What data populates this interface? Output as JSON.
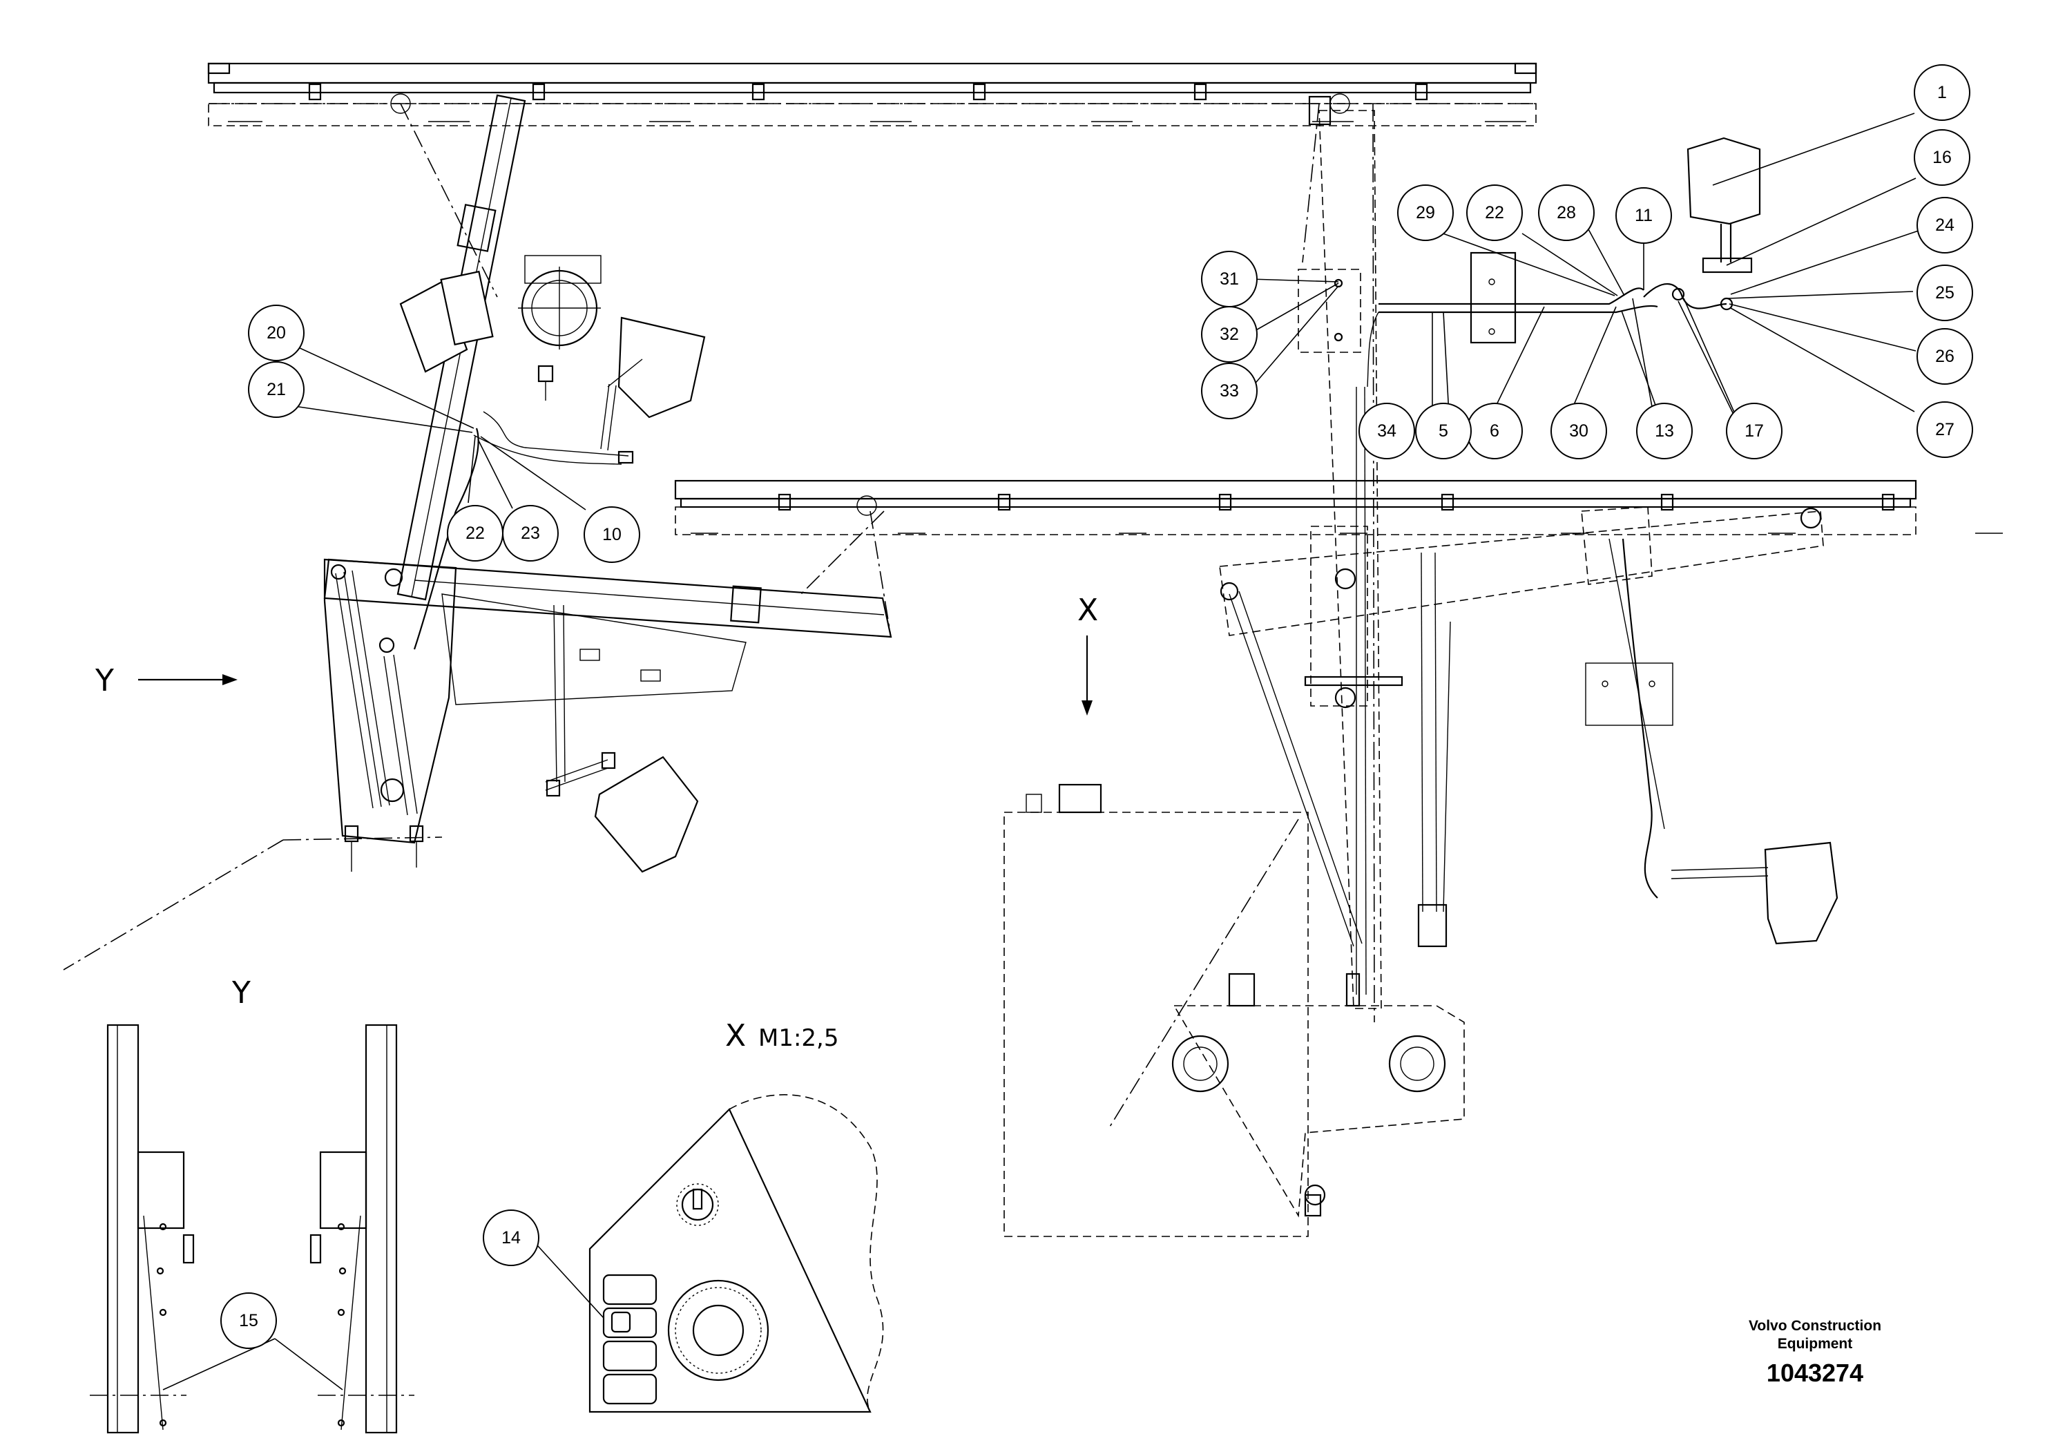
{
  "view_labels": {
    "y_arrow": "Y",
    "x_arrow": "X",
    "y_detail": "Y",
    "x_detail": "X",
    "x_scale": "M1:2,5"
  },
  "title_block": {
    "company_line1": "Volvo Construction",
    "company_line2": "Equipment",
    "drawing_number": "1043274"
  },
  "callouts": [
    "1",
    "16",
    "24",
    "25",
    "26",
    "27",
    "17",
    "13",
    "30",
    "6",
    "5",
    "34",
    "11",
    "28",
    "22",
    "29",
    "31",
    "32",
    "33",
    "20",
    "21",
    "22",
    "23",
    "10",
    "14",
    "15"
  ]
}
